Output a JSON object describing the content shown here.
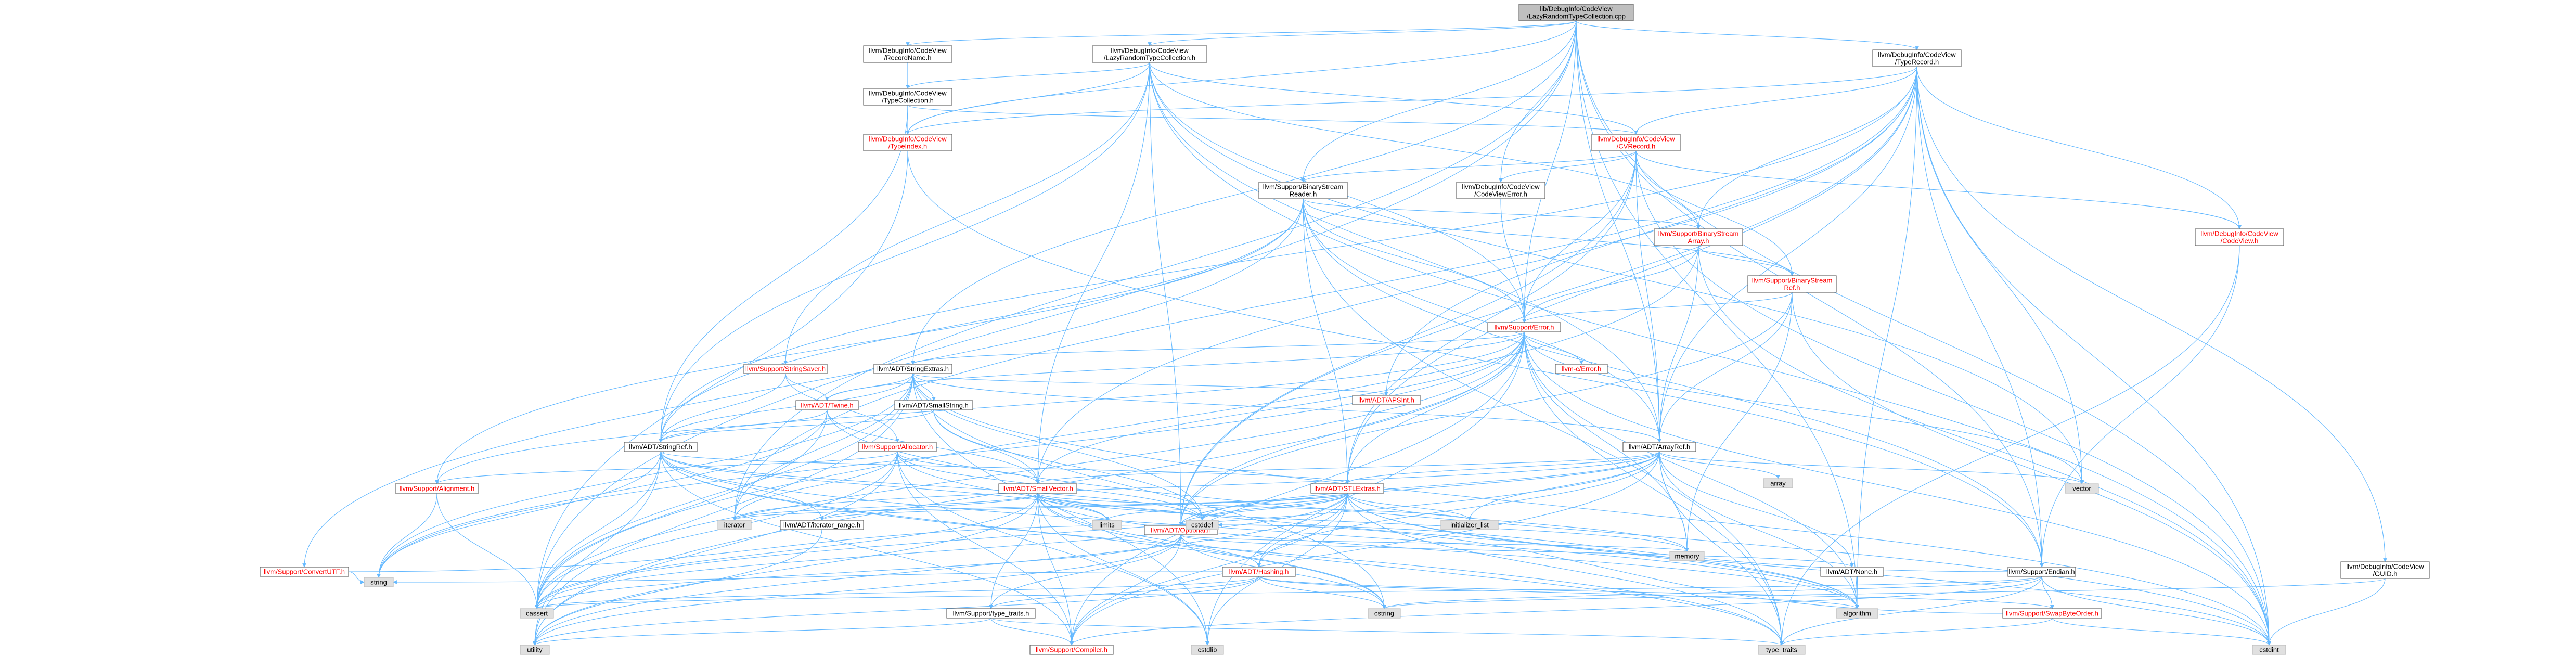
{
  "colors": {
    "edge": "#63b8ff",
    "root_fill": "#bfbfbf",
    "node_fill": "#ffffff",
    "node_border": "#666666",
    "incomplete_text": "#ff0000",
    "text": "#000000"
  },
  "nodes": [
    {
      "id": "root",
      "lines": [
        "lib/DebugInfo/CodeView",
        "/LazyRandomTypeCollection.cpp"
      ],
      "root": true
    },
    {
      "id": "recordname",
      "lines": [
        "llvm/DebugInfo/CodeView",
        "/RecordName.h"
      ]
    },
    {
      "id": "lazyrandom",
      "lines": [
        "llvm/DebugInfo/CodeView",
        "/LazyRandomTypeCollection.h"
      ]
    },
    {
      "id": "typerecord",
      "lines": [
        "llvm/DebugInfo/CodeView",
        "/TypeRecord.h"
      ]
    },
    {
      "id": "typecollection",
      "lines": [
        "llvm/DebugInfo/CodeView",
        "/TypeCollection.h"
      ]
    },
    {
      "id": "typeindex",
      "lines": [
        "llvm/DebugInfo/CodeView",
        "/TypeIndex.h"
      ],
      "red": true
    },
    {
      "id": "cvrecord",
      "lines": [
        "llvm/DebugInfo/CodeView",
        "/CVRecord.h"
      ],
      "red": true
    },
    {
      "id": "binstreamreader",
      "lines": [
        "llvm/Support/BinaryStream",
        "Reader.h"
      ]
    },
    {
      "id": "codeviewerror",
      "lines": [
        "llvm/DebugInfo/CodeView",
        "/CodeViewError.h"
      ]
    },
    {
      "id": "binstreamarray",
      "lines": [
        "llvm/Support/BinaryStream",
        "Array.h"
      ],
      "red": true
    },
    {
      "id": "codeview",
      "lines": [
        "llvm/DebugInfo/CodeView",
        "/CodeView.h"
      ],
      "red": true
    },
    {
      "id": "binstreamref",
      "lines": [
        "llvm/Support/BinaryStream",
        "Ref.h"
      ],
      "red": true
    },
    {
      "id": "error",
      "lines": [
        "llvm/Support/Error.h"
      ],
      "red": true
    },
    {
      "id": "stringextras",
      "lines": [
        "llvm/ADT/StringExtras.h"
      ]
    },
    {
      "id": "stringsaver",
      "lines": [
        "llvm/Support/StringSaver.h"
      ],
      "red": true
    },
    {
      "id": "cerror",
      "lines": [
        "llvm-c/Error.h"
      ],
      "red": true
    },
    {
      "id": "apsint",
      "lines": [
        "llvm/ADT/APSInt.h"
      ],
      "red": true
    },
    {
      "id": "twine",
      "lines": [
        "llvm/ADT/Twine.h"
      ],
      "red": true
    },
    {
      "id": "smallstring",
      "lines": [
        "llvm/ADT/SmallString.h"
      ]
    },
    {
      "id": "allocator",
      "lines": [
        "llvm/Support/Allocator.h"
      ],
      "red": true
    },
    {
      "id": "stringref",
      "lines": [
        "llvm/ADT/StringRef.h"
      ]
    },
    {
      "id": "arrayref",
      "lines": [
        "llvm/ADT/ArrayRef.h"
      ]
    },
    {
      "id": "alignment",
      "lines": [
        "llvm/Support/Alignment.h"
      ],
      "red": true
    },
    {
      "id": "smallvector",
      "lines": [
        "llvm/ADT/SmallVector.h"
      ],
      "red": true
    },
    {
      "id": "stlextras",
      "lines": [
        "llvm/ADT/STLExtras.h"
      ],
      "red": true
    },
    {
      "id": "iteratorrange",
      "lines": [
        "llvm/ADT/iterator_range.h"
      ]
    },
    {
      "id": "optional",
      "lines": [
        "llvm/ADT/Optional.h"
      ],
      "red": true
    },
    {
      "id": "convertutf",
      "lines": [
        "llvm/Support/ConvertUTF.h"
      ],
      "red": true
    },
    {
      "id": "hashing",
      "lines": [
        "llvm/ADT/Hashing.h"
      ],
      "red": true
    },
    {
      "id": "none",
      "lines": [
        "llvm/ADT/None.h"
      ]
    },
    {
      "id": "endian",
      "lines": [
        "llvm/Support/Endian.h"
      ]
    },
    {
      "id": "guid",
      "lines": [
        "llvm/DebugInfo/CodeView",
        "/GUID.h"
      ]
    },
    {
      "id": "typetraits",
      "lines": [
        "llvm/Support/type_traits.h"
      ]
    },
    {
      "id": "swapbyteorder",
      "lines": [
        "llvm/Support/SwapByteOrder.h"
      ],
      "red": true
    },
    {
      "id": "compiler",
      "lines": [
        "llvm/Support/Compiler.h"
      ],
      "red": true
    },
    {
      "id": "array",
      "lines": [
        "array"
      ],
      "gray": true
    },
    {
      "id": "vector",
      "lines": [
        "vector"
      ],
      "gray": true
    },
    {
      "id": "iterator",
      "lines": [
        "iterator"
      ],
      "gray": true
    },
    {
      "id": "limits",
      "lines": [
        "limits"
      ],
      "gray": true
    },
    {
      "id": "cstddef",
      "lines": [
        "cstddef"
      ],
      "gray": true
    },
    {
      "id": "initializerlist",
      "lines": [
        "initializer_list"
      ],
      "gray": true
    },
    {
      "id": "memory",
      "lines": [
        "memory"
      ],
      "gray": true
    },
    {
      "id": "string",
      "lines": [
        "string"
      ],
      "gray": true
    },
    {
      "id": "cassert",
      "lines": [
        "cassert"
      ],
      "gray": true
    },
    {
      "id": "cstring",
      "lines": [
        "cstring"
      ],
      "gray": true
    },
    {
      "id": "algorithm",
      "lines": [
        "algorithm"
      ],
      "gray": true
    },
    {
      "id": "utility",
      "lines": [
        "utility"
      ],
      "gray": true
    },
    {
      "id": "cstdlib",
      "lines": [
        "cstdlib"
      ],
      "gray": true
    },
    {
      "id": "typetraitsstd",
      "lines": [
        "type_traits"
      ],
      "gray": true
    },
    {
      "id": "cstdint",
      "lines": [
        "cstdint"
      ],
      "gray": true
    }
  ],
  "edges": [
    [
      "root",
      "recordname"
    ],
    [
      "root",
      "lazyrandom"
    ],
    [
      "root",
      "typerecord"
    ],
    [
      "root",
      "codeviewerror"
    ],
    [
      "root",
      "error"
    ],
    [
      "root",
      "stringextras"
    ],
    [
      "root",
      "arrayref"
    ],
    [
      "root",
      "endian"
    ],
    [
      "root",
      "cassert"
    ],
    [
      "root",
      "cstdint"
    ],
    [
      "root",
      "iterator"
    ],
    [
      "root",
      "typeindex"
    ],
    [
      "root",
      "binstreamreader"
    ],
    [
      "root",
      "algorithm"
    ],
    [
      "recordname",
      "typecollection"
    ],
    [
      "recordname",
      "typeindex"
    ],
    [
      "lazyrandom",
      "typecollection"
    ],
    [
      "lazyrandom",
      "typeindex"
    ],
    [
      "lazyrandom",
      "binstreamarray"
    ],
    [
      "lazyrandom",
      "error"
    ],
    [
      "lazyrandom",
      "stringsaver"
    ],
    [
      "lazyrandom",
      "arrayref"
    ],
    [
      "lazyrandom",
      "optional"
    ],
    [
      "lazyrandom",
      "smallvector"
    ],
    [
      "lazyrandom",
      "stringref"
    ],
    [
      "lazyrandom",
      "cstdint"
    ],
    [
      "lazyrandom",
      "vector"
    ],
    [
      "lazyrandom",
      "cvrecord"
    ],
    [
      "typerecord",
      "cvrecord"
    ],
    [
      "typerecord",
      "codeview"
    ],
    [
      "typerecord",
      "guid"
    ],
    [
      "typerecord",
      "typeindex"
    ],
    [
      "typerecord",
      "binstreamarray"
    ],
    [
      "typerecord",
      "endian"
    ],
    [
      "typerecord",
      "arrayref"
    ],
    [
      "typerecord",
      "apsint"
    ],
    [
      "typerecord",
      "optional"
    ],
    [
      "typerecord",
      "smallvector"
    ],
    [
      "typerecord",
      "stringref"
    ],
    [
      "typerecord",
      "iterator"
    ],
    [
      "typerecord",
      "cstdint"
    ],
    [
      "typerecord",
      "vector"
    ],
    [
      "typerecord",
      "algorithm"
    ],
    [
      "typerecord",
      "stlextras"
    ],
    [
      "typecollection",
      "typeindex"
    ],
    [
      "typecollection",
      "stringref"
    ],
    [
      "typecollection",
      "cvrecord"
    ],
    [
      "typeindex",
      "endian"
    ],
    [
      "typeindex",
      "cassert"
    ],
    [
      "typeindex",
      "cinttypes"
    ],
    [
      "cvrecord",
      "codeview"
    ],
    [
      "cvrecord",
      "codeviewerror"
    ],
    [
      "cvrecord",
      "binstreamreader"
    ],
    [
      "cvrecord",
      "binstreamref"
    ],
    [
      "cvrecord",
      "error"
    ],
    [
      "cvrecord",
      "arrayref"
    ],
    [
      "cvrecord",
      "optional"
    ],
    [
      "cvrecord",
      "cstdint"
    ],
    [
      "cvrecord",
      "stlextras"
    ],
    [
      "binstreamreader",
      "binstreamarray"
    ],
    [
      "binstreamreader",
      "binstreamref"
    ],
    [
      "binstreamreader",
      "error"
    ],
    [
      "binstreamreader",
      "arrayref"
    ],
    [
      "binstreamreader",
      "stringref"
    ],
    [
      "binstreamreader",
      "alignment"
    ],
    [
      "binstreamreader",
      "endian"
    ],
    [
      "binstreamreader",
      "convertutf"
    ],
    [
      "binstreamreader",
      "stlextras"
    ],
    [
      "binstreamreader",
      "typetraitsstd"
    ],
    [
      "codeviewerror",
      "error"
    ],
    [
      "binstreamarray",
      "binstreamref"
    ],
    [
      "binstreamarray",
      "error"
    ],
    [
      "binstreamarray",
      "arrayref"
    ],
    [
      "binstreamarray",
      "cassert"
    ],
    [
      "binstreamarray",
      "cstdint"
    ],
    [
      "codeview",
      "endian"
    ],
    [
      "codeview",
      "cinttypes"
    ],
    [
      "codeview",
      "typetraitsstd"
    ],
    [
      "binstreamref",
      "error"
    ],
    [
      "binstreamref",
      "arrayref"
    ],
    [
      "binstreamref",
      "optional"
    ],
    [
      "binstreamref",
      "cstdint"
    ],
    [
      "binstreamref",
      "memory"
    ],
    [
      "error",
      "cerror"
    ],
    [
      "error",
      "stringextras"
    ],
    [
      "error",
      "twine"
    ],
    [
      "error",
      "stlextras"
    ],
    [
      "error",
      "smallvector"
    ],
    [
      "error",
      "alignment"
    ],
    [
      "error",
      "compiler"
    ],
    [
      "error",
      "cassert"
    ],
    [
      "error",
      "cstdint"
    ],
    [
      "error",
      "cstdlib"
    ],
    [
      "error",
      "memory"
    ],
    [
      "error",
      "string"
    ],
    [
      "error",
      "system_error"
    ],
    [
      "error",
      "utility"
    ],
    [
      "error",
      "vector"
    ],
    [
      "error",
      "typetraitsstd"
    ],
    [
      "error",
      "optional"
    ],
    [
      "error",
      "algorithm"
    ],
    [
      "stringextras",
      "apsint"
    ],
    [
      "stringextras",
      "arrayref"
    ],
    [
      "stringextras",
      "smallstring"
    ],
    [
      "stringextras",
      "stringref"
    ],
    [
      "stringextras",
      "twine"
    ],
    [
      "stringextras",
      "cassert"
    ],
    [
      "stringextras",
      "cstddef"
    ],
    [
      "stringextras",
      "cstdint"
    ],
    [
      "stringextras",
      "cstdlib"
    ],
    [
      "stringextras",
      "cstring"
    ],
    [
      "stringextras",
      "iterator"
    ],
    [
      "stringextras",
      "string"
    ],
    [
      "stringextras",
      "utility"
    ],
    [
      "stringsaver",
      "allocator"
    ],
    [
      "stringsaver",
      "stringref"
    ],
    [
      "stringsaver",
      "twine"
    ],
    [
      "twine",
      "smallvector"
    ],
    [
      "twine",
      "stringref"
    ],
    [
      "twine",
      "cassert"
    ],
    [
      "twine",
      "cstdint"
    ],
    [
      "twine",
      "string"
    ],
    [
      "smallstring",
      "smallvector"
    ],
    [
      "smallstring",
      "stringref"
    ],
    [
      "smallstring",
      "cstddef"
    ],
    [
      "allocator",
      "alignment"
    ],
    [
      "allocator",
      "compiler"
    ],
    [
      "allocator",
      "smallvector"
    ],
    [
      "allocator",
      "algorithm"
    ],
    [
      "allocator",
      "cassert"
    ],
    [
      "allocator",
      "cstddef"
    ],
    [
      "allocator",
      "cstdlib"
    ],
    [
      "allocator",
      "iterator"
    ],
    [
      "allocator",
      "utility"
    ],
    [
      "stringref",
      "stlextras"
    ],
    [
      "stringref",
      "iteratorrange"
    ],
    [
      "stringref",
      "compiler"
    ],
    [
      "stringref",
      "algorithm"
    ],
    [
      "stringref",
      "cassert"
    ],
    [
      "stringref",
      "cstddef"
    ],
    [
      "stringref",
      "cstring"
    ],
    [
      "stringref",
      "limits"
    ],
    [
      "stringref",
      "string"
    ],
    [
      "stringref",
      "typetraitsstd"
    ],
    [
      "stringref",
      "utility"
    ],
    [
      "arrayref",
      "hashing"
    ],
    [
      "arrayref",
      "none"
    ],
    [
      "arrayref",
      "smallvector"
    ],
    [
      "arrayref",
      "stlextras"
    ],
    [
      "arrayref",
      "compiler"
    ],
    [
      "arrayref",
      "algorithm"
    ],
    [
      "arrayref",
      "array"
    ],
    [
      "arrayref",
      "cassert"
    ],
    [
      "arrayref",
      "cstddef"
    ],
    [
      "arrayref",
      "initializerlist"
    ],
    [
      "arrayref",
      "iterator"
    ],
    [
      "arrayref",
      "memory"
    ],
    [
      "arrayref",
      "typetraitsstd"
    ],
    [
      "arrayref",
      "vector"
    ],
    [
      "arrayref",
      "optional"
    ],
    [
      "alignment",
      "cassert"
    ],
    [
      "alignment",
      "string"
    ],
    [
      "smallvector",
      "compiler"
    ],
    [
      "smallvector",
      "typetraits"
    ],
    [
      "smallvector",
      "algorithm"
    ],
    [
      "smallvector",
      "cassert"
    ],
    [
      "smallvector",
      "cstddef"
    ],
    [
      "smallvector",
      "cstdlib"
    ],
    [
      "smallvector",
      "cstring"
    ],
    [
      "smallvector",
      "functional"
    ],
    [
      "smallvector",
      "initializerlist"
    ],
    [
      "smallvector",
      "iterator"
    ],
    [
      "smallvector",
      "limits"
    ],
    [
      "smallvector",
      "memory"
    ],
    [
      "smallvector",
      "typetraitsstd"
    ],
    [
      "smallvector",
      "utility"
    ],
    [
      "smallvector",
      "iteratorrange"
    ],
    [
      "stlextras",
      "optional"
    ],
    [
      "stlextras",
      "iteratorrange"
    ],
    [
      "stlextras",
      "hashing"
    ],
    [
      "stlextras",
      "compiler"
    ],
    [
      "stlextras",
      "algorithm"
    ],
    [
      "stlextras",
      "cassert"
    ],
    [
      "stlextras",
      "cstddef"
    ],
    [
      "stlextras",
      "cstdint"
    ],
    [
      "stlextras",
      "cstdlib"
    ],
    [
      "stlextras",
      "initializerlist"
    ],
    [
      "stlextras",
      "iterator"
    ],
    [
      "stlextras",
      "limits"
    ],
    [
      "stlextras",
      "memory"
    ],
    [
      "stlextras",
      "typetraitsstd"
    ],
    [
      "stlextras",
      "utility"
    ],
    [
      "iteratorrange",
      "utility"
    ],
    [
      "optional",
      "hashing"
    ],
    [
      "optional",
      "none"
    ],
    [
      "optional",
      "compiler"
    ],
    [
      "optional",
      "typetraits"
    ],
    [
      "optional",
      "cassert"
    ],
    [
      "optional",
      "cstring"
    ],
    [
      "optional",
      "new"
    ],
    [
      "optional",
      "utility"
    ],
    [
      "optional",
      "memory"
    ],
    [
      "convertutf",
      "cstddef"
    ],
    [
      "convertutf",
      "string"
    ],
    [
      "hashing",
      "typetraits"
    ],
    [
      "hashing",
      "swapbyteorder"
    ],
    [
      "hashing",
      "algorithm"
    ],
    [
      "hashing",
      "cassert"
    ],
    [
      "hashing",
      "cstring"
    ],
    [
      "hashing",
      "string"
    ],
    [
      "hashing",
      "tuple"
    ],
    [
      "hashing",
      "utility"
    ],
    [
      "endian",
      "compiler"
    ],
    [
      "endian",
      "swapbyteorder"
    ],
    [
      "endian",
      "cassert"
    ],
    [
      "endian",
      "cstddef"
    ],
    [
      "endian",
      "cstdint"
    ],
    [
      "endian",
      "cstring"
    ],
    [
      "endian",
      "typetraitsstd"
    ],
    [
      "guid",
      "cstdint"
    ],
    [
      "guid",
      "cstring"
    ],
    [
      "typetraits",
      "compiler"
    ],
    [
      "typetraits",
      "typetraitsstd"
    ],
    [
      "typetraits",
      "utility"
    ],
    [
      "swapbyteorder",
      "cstddef"
    ],
    [
      "swapbyteorder",
      "cstdint"
    ],
    [
      "swapbyteorder",
      "typetraitsstd"
    ]
  ]
}
